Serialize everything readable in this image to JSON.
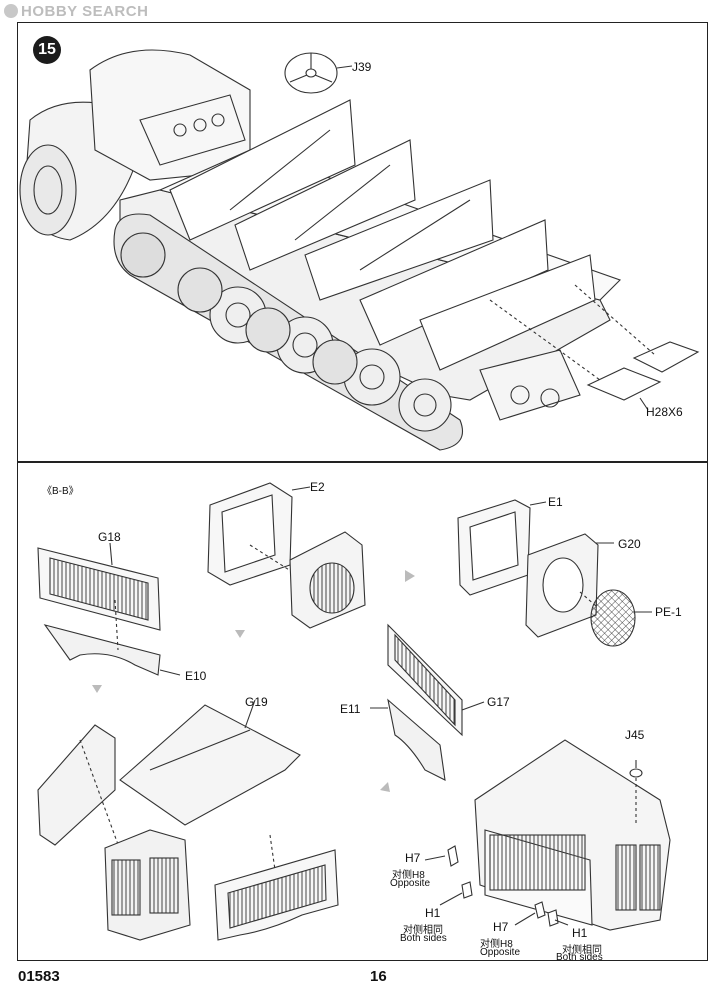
{
  "watermark": "HOBBY SEARCH",
  "step_number": "15",
  "top_panel": {
    "labels": {
      "j39": "J39",
      "h28x6": "H28X6"
    }
  },
  "bottom_panel": {
    "section_tag": "《B-B》",
    "labels": {
      "e2": "E2",
      "e1": "E1",
      "g18": "G18",
      "g20": "G20",
      "pe1": "PE-1",
      "e10": "E10",
      "g19": "G19",
      "g17": "G17",
      "e11": "E11",
      "j45": "J45",
      "h7_a": "H7",
      "h7_a_note_cn": "对侧H8",
      "h7_a_note_en": "Opposite",
      "h1_a": "H1",
      "h1_a_note_cn": "对侧相同",
      "h1_a_note_en": "Both sides",
      "h7_b": "H7",
      "h7_b_note_cn": "对侧H8",
      "h7_b_note_en": "Opposite",
      "h1_b": "H1",
      "h1_b_note_cn": "对侧相同",
      "h1_b_note_en": "Both sides"
    }
  },
  "footer": {
    "product_code": "01583",
    "page_number": "16"
  }
}
